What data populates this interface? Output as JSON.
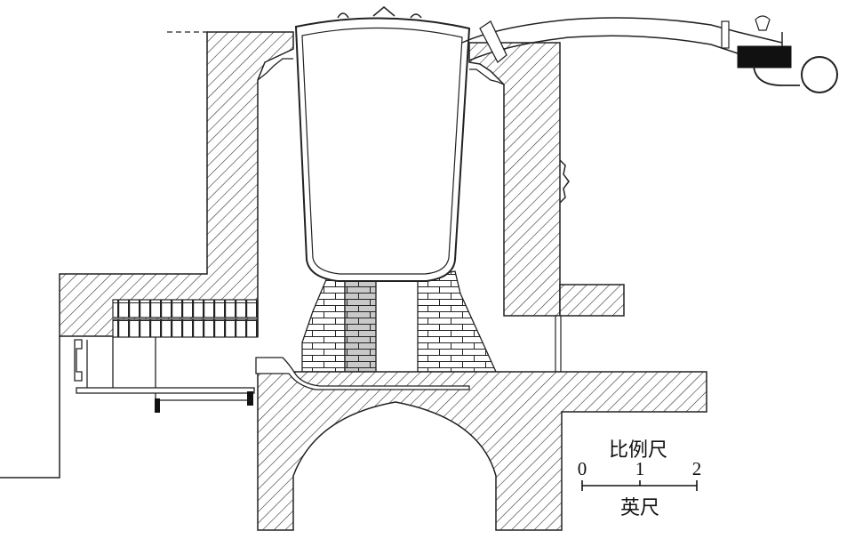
{
  "scale_bar": {
    "title": "比例尺",
    "ticks": [
      "0",
      "1",
      "2"
    ],
    "unit": "英尺"
  }
}
